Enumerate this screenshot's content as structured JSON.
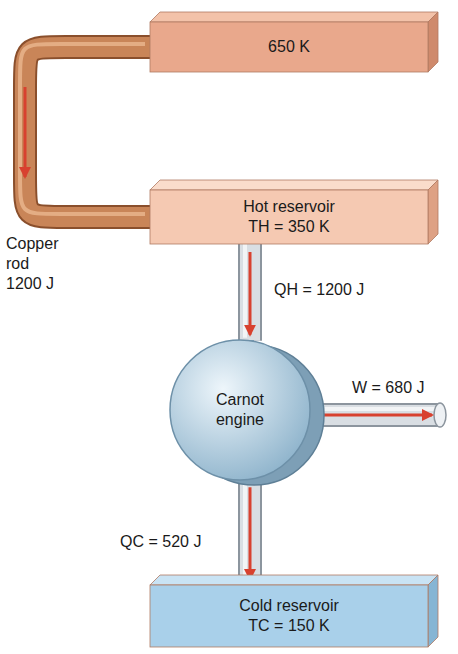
{
  "diagram": {
    "nodes": [
      {
        "text": [
          "650 K"
        ]
      },
      {
        "text": [
          "Hot reservoir",
          "TH = 350 K"
        ]
      },
      {
        "text": [
          "Carnot engine"
        ]
      },
      {
        "text": [
          "Cold reservoir",
          "TC = 150 K"
        ]
      }
    ],
    "edges": [
      {
        "from": 0,
        "to": 1,
        "arrow": "to",
        "label": "Copper rod 1200 J"
      },
      {
        "from": 1,
        "to": 2,
        "arrow": "to",
        "label": "QH = 1200 J"
      },
      {
        "from": 2,
        "to": 3,
        "arrow": "to",
        "label": "QC = 520 J"
      }
    ],
    "labels": [
      "W = 680 J"
    ]
  }
}
